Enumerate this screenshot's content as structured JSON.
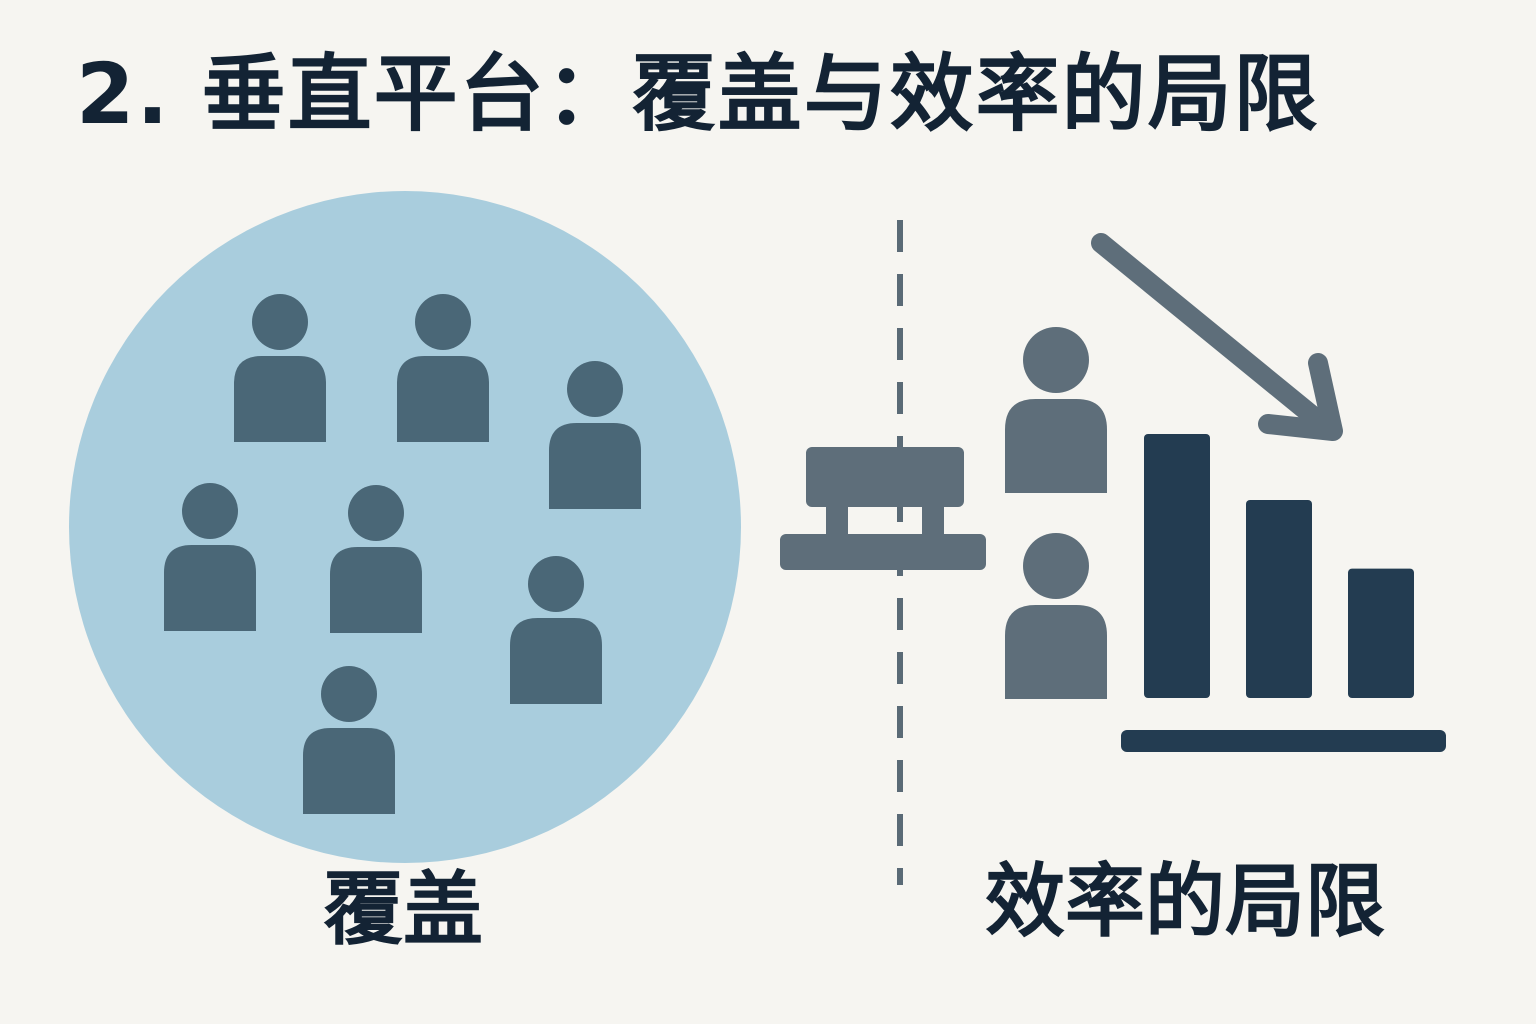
{
  "title": "2. 垂直平台：覆盖与效率的局限",
  "left_label": "覆盖",
  "right_label": "效率的局限",
  "colors": {
    "background": "#f6f5f1",
    "text": "#132334",
    "circle": "#a9cddd",
    "person_in_circle": "#4a6777",
    "gray_icon": "#5e6e7a",
    "bar": "#233c51",
    "divider": "#5a6a76"
  },
  "icons": {
    "crowd": "person-icon",
    "platform": "platform-icon",
    "trend": "down-arrow-icon",
    "chart": "bar-chart-icon"
  },
  "bar_chart": {
    "values": [
      100,
      75,
      49
    ]
  }
}
